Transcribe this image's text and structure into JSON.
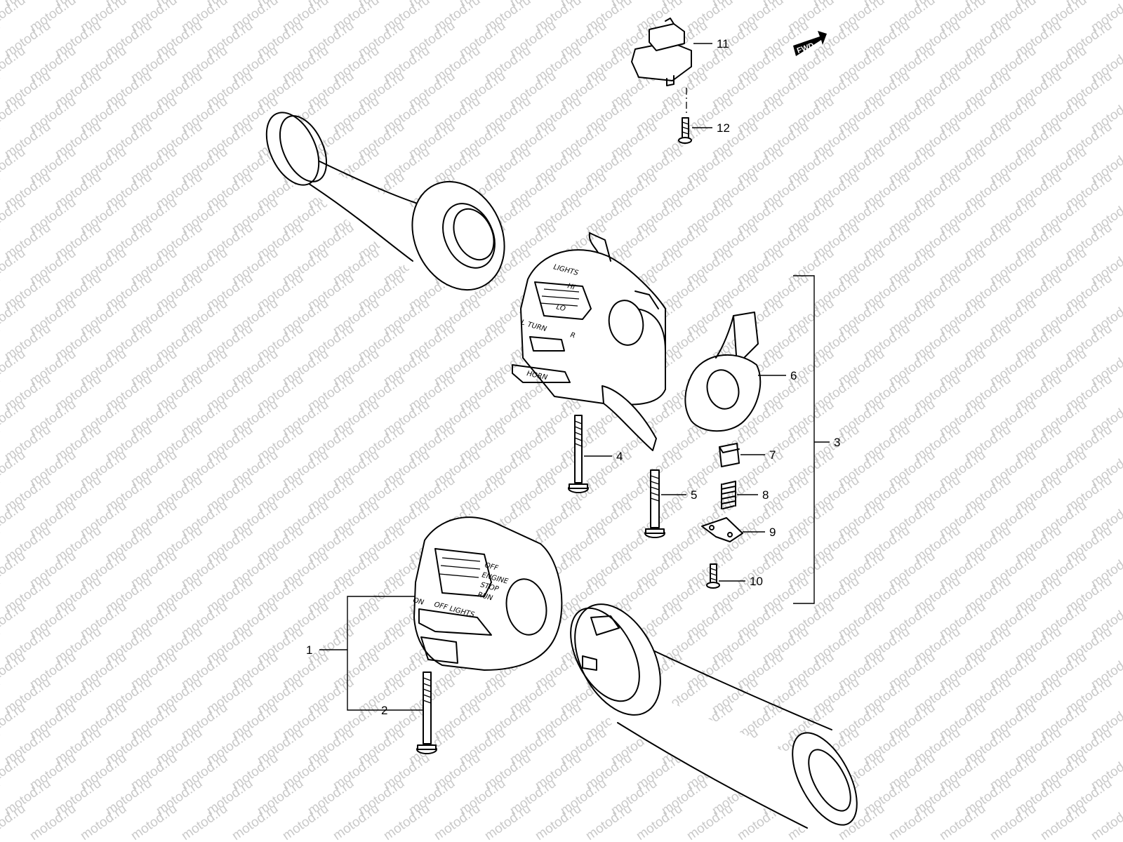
{
  "watermark": {
    "text": "motod.ru",
    "color": "#c9c9c9"
  },
  "direction_badge": {
    "label": "FWD"
  },
  "left_switch_labels": [
    "LIGHTS",
    "HI",
    "LO",
    "TURN",
    "L",
    "R",
    "HORN"
  ],
  "right_switch_labels": [
    "OFF",
    "ENGINE",
    "STOP",
    "RUN",
    "ON",
    "OFF",
    "LIGHTS"
  ],
  "callouts": [
    {
      "id": "1",
      "label": "1"
    },
    {
      "id": "2",
      "label": "2"
    },
    {
      "id": "3",
      "label": "3"
    },
    {
      "id": "4",
      "label": "4"
    },
    {
      "id": "5",
      "label": "5"
    },
    {
      "id": "6",
      "label": "6"
    },
    {
      "id": "7",
      "label": "7"
    },
    {
      "id": "8",
      "label": "8"
    },
    {
      "id": "9",
      "label": "9"
    },
    {
      "id": "10",
      "label": "10"
    },
    {
      "id": "11",
      "label": "11"
    },
    {
      "id": "12",
      "label": "12"
    }
  ]
}
